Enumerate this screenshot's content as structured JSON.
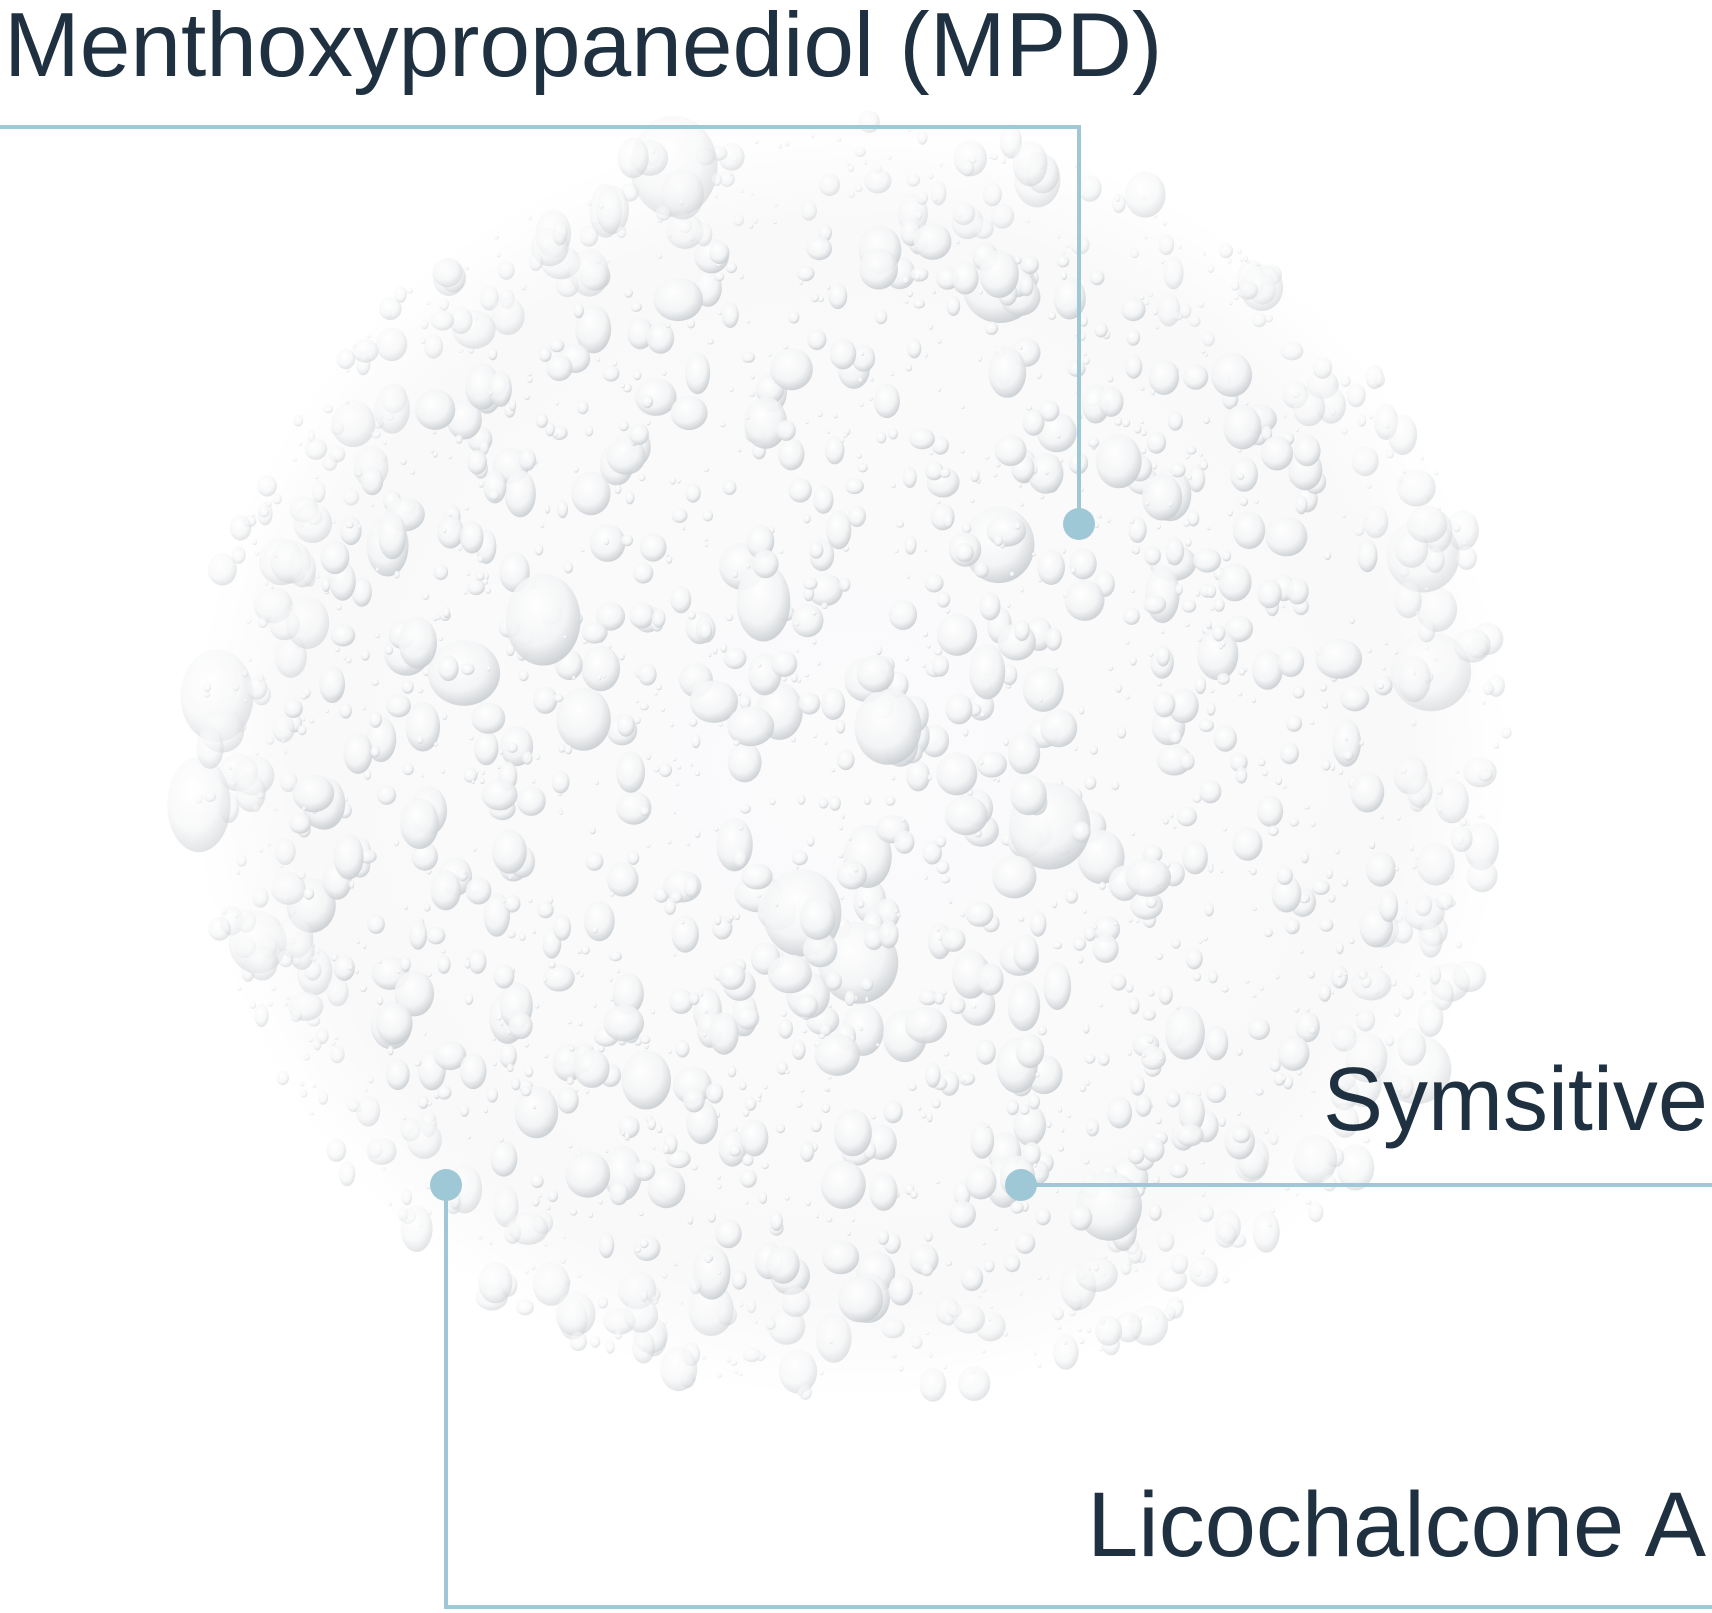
{
  "labels": {
    "mpd": "Menthoxypropanediol (MPD)",
    "symsitive": "Symsitive",
    "licochalcone": "Licochalcone A"
  },
  "colors": {
    "text": "#1f3140",
    "line": "#9fc8d6",
    "droplet_shadow": "#c9cdd1"
  }
}
